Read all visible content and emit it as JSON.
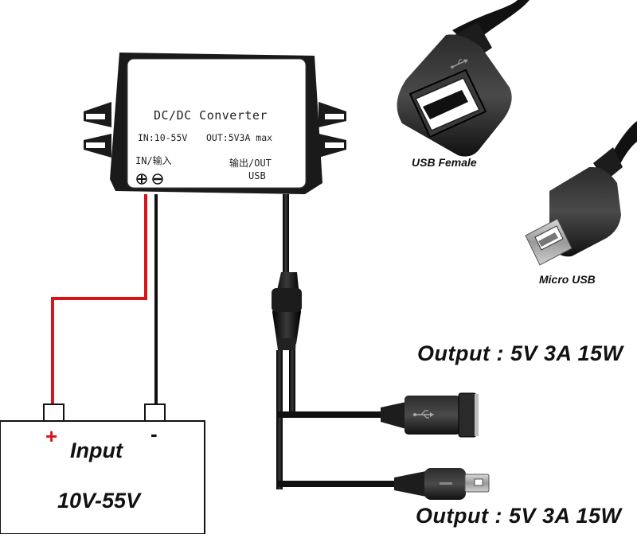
{
  "converter": {
    "title": "DC/DC Converter",
    "spec_in": "IN:10-55V",
    "spec_out": "OUT:5V3A max",
    "in_label": "IN/输入",
    "out_label": "输出/OUT",
    "out_sub": "USB"
  },
  "input_battery": {
    "plus": "+",
    "minus": "-",
    "label": "Input",
    "range": "10V-55V"
  },
  "outputs": {
    "usb_female_caption": "USB Female",
    "micro_usb_caption": "Micro USB",
    "output_1": "Output : 5V 3A 15W",
    "output_2": "Output : 5V 3A 15W"
  },
  "colors": {
    "red_wire": "#d8141b",
    "black_wire": "#111111",
    "housing": "#1a1a1a"
  }
}
